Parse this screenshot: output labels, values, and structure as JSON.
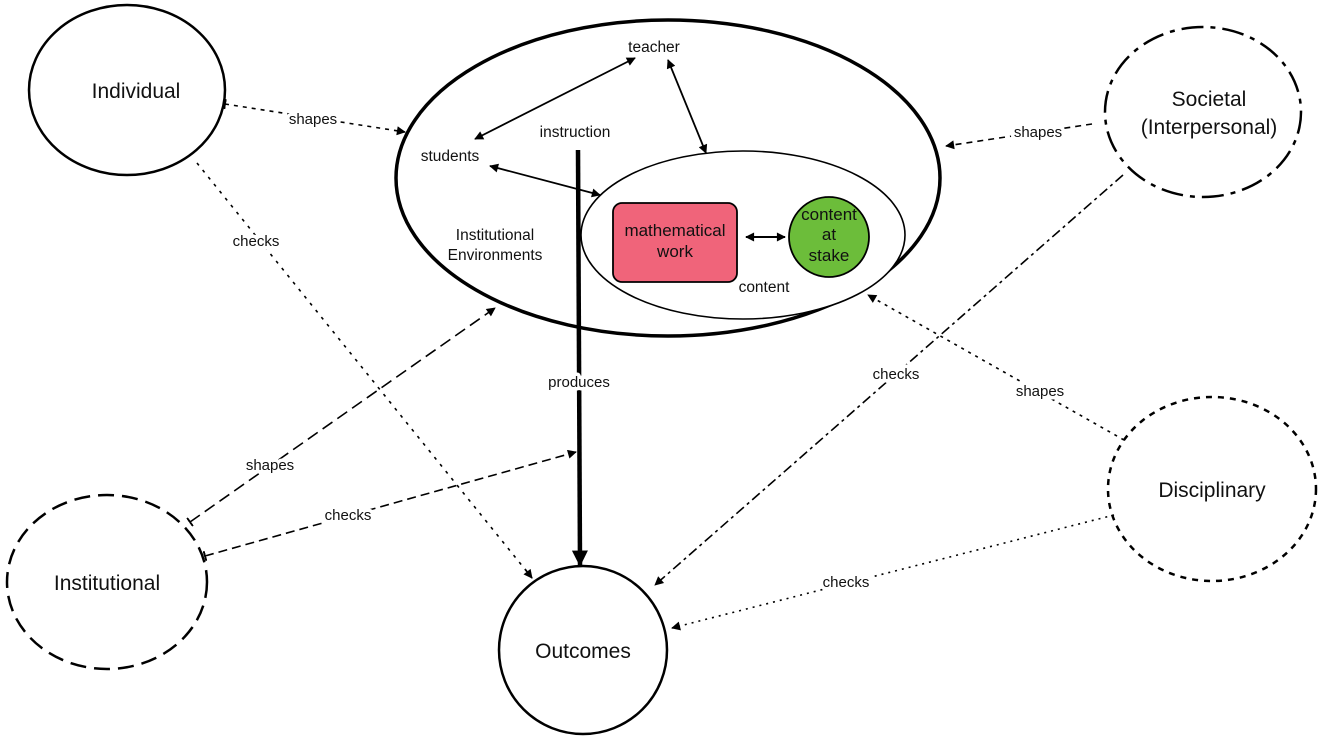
{
  "nodes": {
    "individual": "Individual",
    "societal_line1": "Societal",
    "societal_line2": "(Interpersonal)",
    "institutional": "Institutional",
    "disciplinary": "Disciplinary",
    "outcomes": "Outcomes"
  },
  "environment": {
    "label_line1": "Institutional",
    "label_line2": "Environments",
    "teacher": "teacher",
    "students": "students",
    "instruction": "instruction",
    "content": "content",
    "math_work_line1": "mathematical",
    "math_work_line2": "work",
    "stake_line1": "content",
    "stake_line2": "at",
    "stake_line3": "stake"
  },
  "edges": {
    "individual_shapes": "shapes",
    "individual_checks": "checks",
    "societal_shapes": "shapes",
    "societal_checks": "checks",
    "institutional_shapes": "shapes",
    "institutional_checks": "checks",
    "disciplinary_shapes": "shapes",
    "disciplinary_checks": "checks",
    "produces": "produces"
  },
  "colors": {
    "math_work_fill": "#f0647a",
    "stake_fill": "#6cbd3a",
    "stroke": "#000000"
  }
}
